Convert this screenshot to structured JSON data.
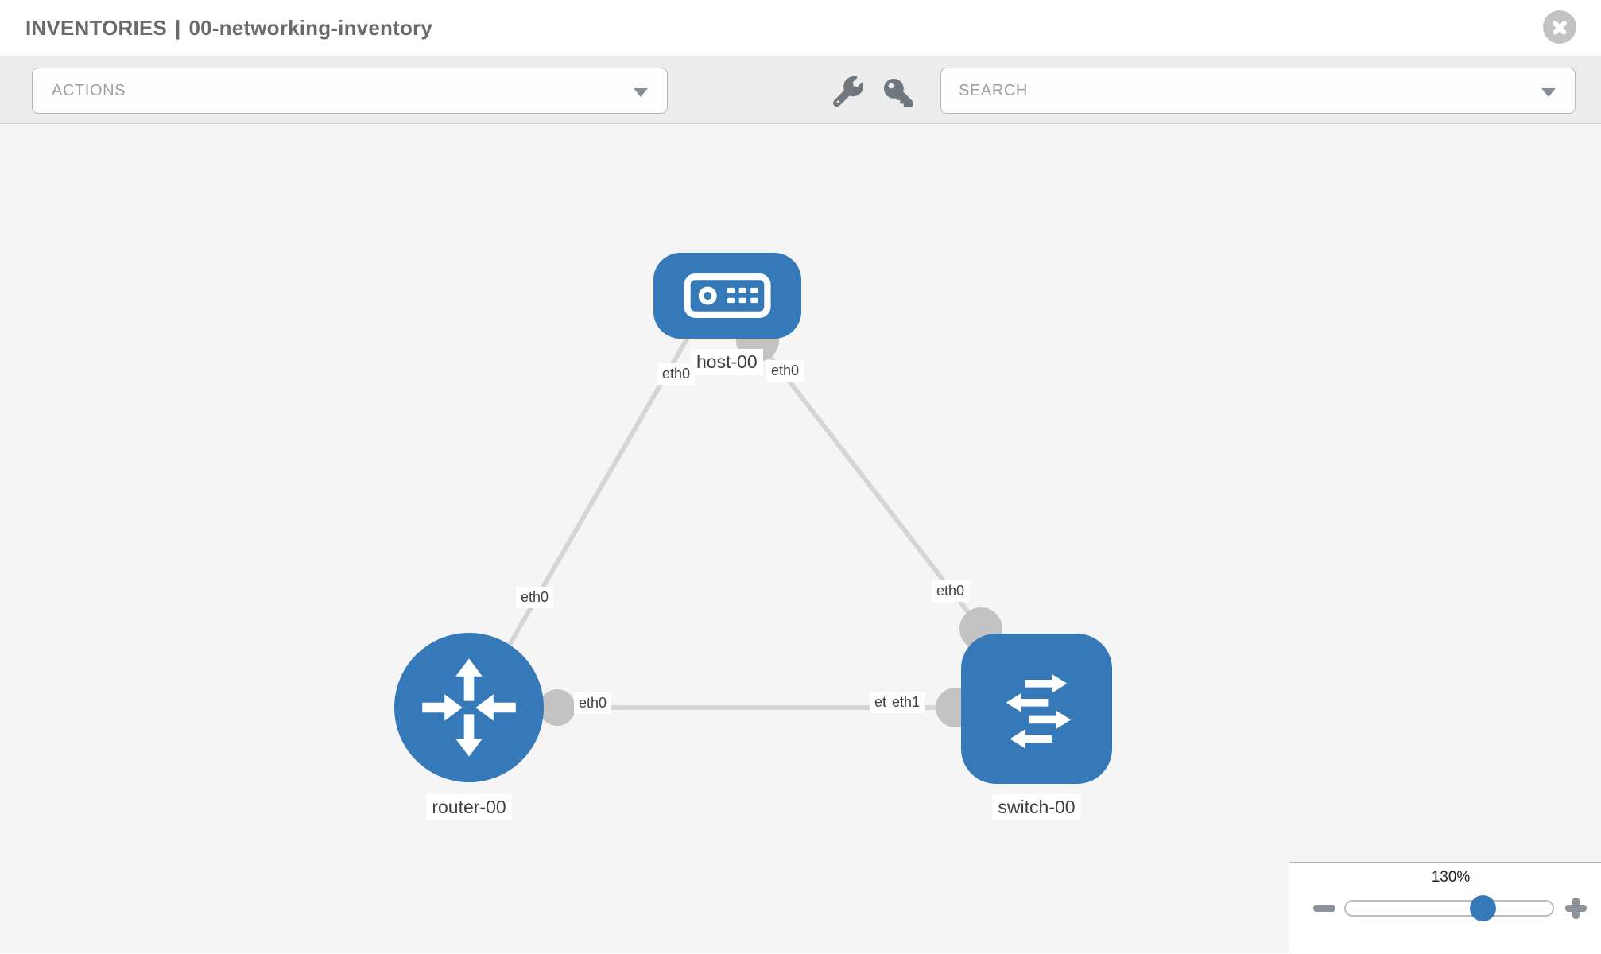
{
  "header": {
    "title_section": "INVENTORIES",
    "title_separator": "|",
    "title_item": "00-networking-inventory"
  },
  "toolbar": {
    "actions_label": "ACTIONS",
    "search_placeholder": "SEARCH"
  },
  "icons": {
    "close": "close-icon",
    "wrench": "wrench-icon",
    "key": "key-icon",
    "caret": "caret-down-icon",
    "minus": "minus-icon",
    "plus": "plus-icon"
  },
  "topology": {
    "nodes": [
      {
        "id": "host-00",
        "type": "host",
        "label": "host-00"
      },
      {
        "id": "router-00",
        "type": "router",
        "label": "router-00"
      },
      {
        "id": "switch-00",
        "type": "switch",
        "label": "switch-00"
      }
    ],
    "links": [
      {
        "from": "host-00",
        "from_iface": "eth0",
        "to": "router-00",
        "to_iface": "eth0"
      },
      {
        "from": "host-00",
        "from_iface": "eth0",
        "to": "switch-00",
        "to_iface": "eth0"
      },
      {
        "from": "router-00",
        "from_iface": "eth0",
        "to": "switch-00",
        "to_iface": "eth1"
      }
    ],
    "iface_labels": {
      "host_to_router_at_host": "eth0",
      "host_to_router_at_router": "eth0",
      "host_to_switch_at_host": "eth0",
      "host_to_switch_at_switch": "eth0",
      "router_to_switch_at_router": "eth0",
      "router_to_switch_at_switch_back": "eth0",
      "router_to_switch_at_switch": "eth1"
    }
  },
  "zoom_control": {
    "level": "130%"
  },
  "colors": {
    "node_fill": "#3579b8",
    "link": "#d5d5d5",
    "connector": "#c3c3c3",
    "toolbar_bg": "#ececec",
    "canvas_bg": "#f5f5f5",
    "accent": "#3579b8"
  }
}
